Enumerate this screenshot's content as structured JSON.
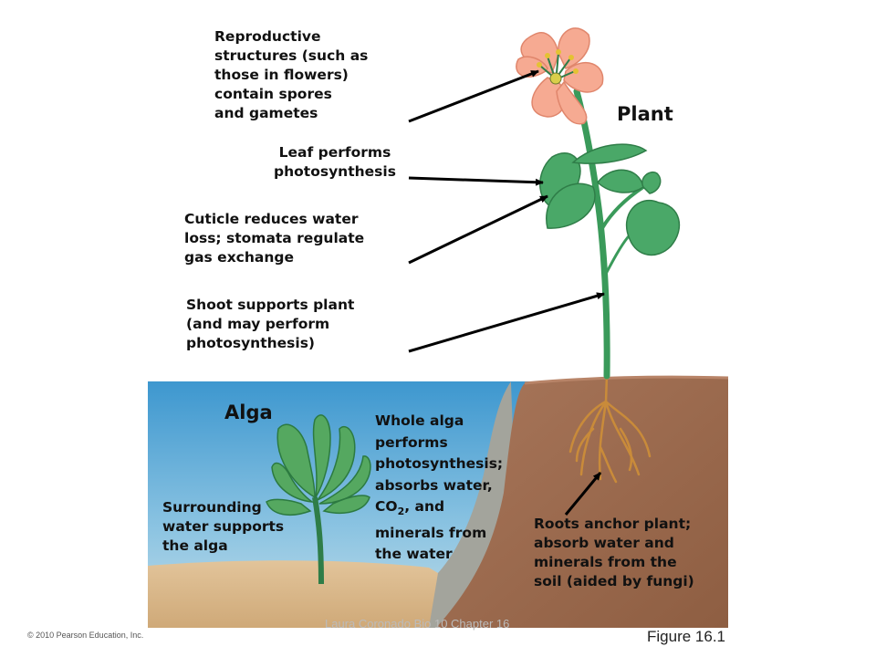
{
  "titles": {
    "plant": "Plant",
    "alga": "Alga"
  },
  "labels": {
    "reproductive": [
      "Reproductive",
      "structures (such as",
      "those in flowers)",
      "contain spores",
      "and gametes"
    ],
    "leaf": [
      "Leaf performs",
      "photosynthesis"
    ],
    "cuticle": [
      "Cuticle reduces water",
      "loss; stomata regulate",
      "gas exchange"
    ],
    "shoot": [
      "Shoot supports plant",
      "(and may perform",
      "photosynthesis)"
    ],
    "whole_alga": [
      "Whole alga",
      "performs",
      "photosynthesis;",
      "absorbs water,",
      "CO",
      "2",
      ", and",
      "minerals from",
      "the water"
    ],
    "surrounding": [
      "Surrounding",
      "water supports",
      "the alga"
    ],
    "roots": [
      "Roots anchor plant;",
      "absorb water and",
      "minerals from the",
      "soil (aided by fungi)"
    ]
  },
  "footer": {
    "copyright": "© 2010 Pearson Education, Inc.",
    "author": "Laura Coronado   Bio 10    Chapter 16",
    "figure": "Figure 16.1"
  },
  "colors": {
    "water": "#5aa8d4",
    "soil": "#9c6a4a",
    "sand": "#d9b98c",
    "plant_green": "#3a9a5a",
    "petal": "#f4a892",
    "alga_green": "#4f9f5a"
  }
}
